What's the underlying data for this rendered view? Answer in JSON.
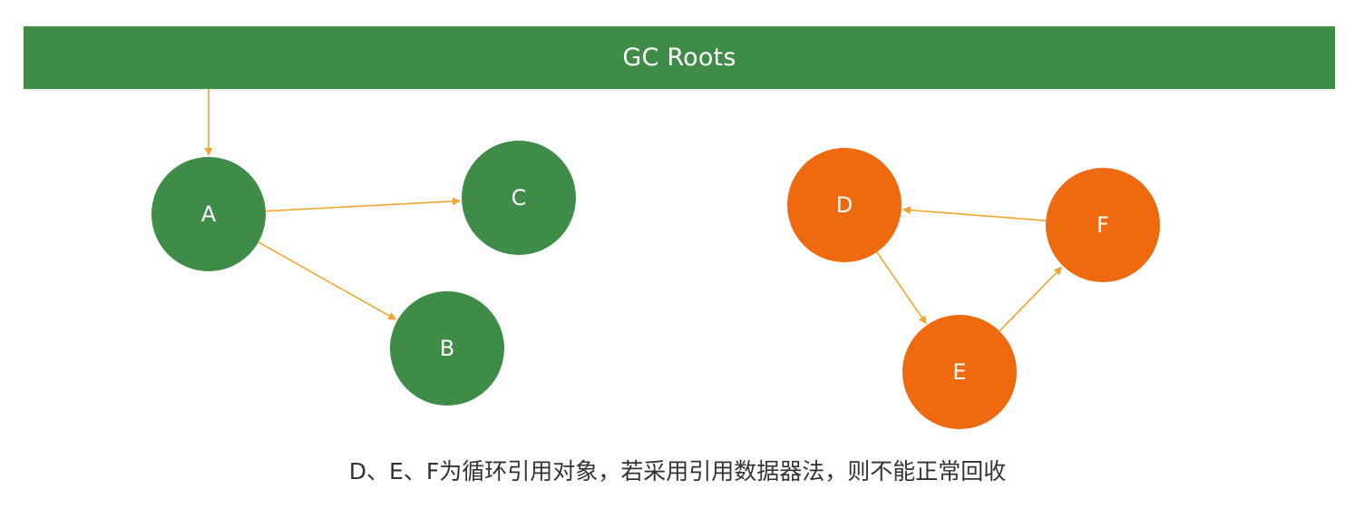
{
  "root": {
    "label": "GC Roots"
  },
  "colors": {
    "root_bar": "#3f8c48",
    "reachable_node": "#3f8c48",
    "unreachable_node": "#ef6a0f",
    "arrow": "#f2a531"
  },
  "nodes": [
    {
      "id": "A",
      "label": "A",
      "group": "reachable"
    },
    {
      "id": "B",
      "label": "B",
      "group": "reachable"
    },
    {
      "id": "C",
      "label": "C",
      "group": "reachable"
    },
    {
      "id": "D",
      "label": "D",
      "group": "cycle"
    },
    {
      "id": "E",
      "label": "E",
      "group": "cycle"
    },
    {
      "id": "F",
      "label": "F",
      "group": "cycle"
    }
  ],
  "edges": [
    {
      "from": "GC Roots",
      "to": "A"
    },
    {
      "from": "A",
      "to": "C"
    },
    {
      "from": "A",
      "to": "B"
    },
    {
      "from": "D",
      "to": "E"
    },
    {
      "from": "E",
      "to": "F"
    },
    {
      "from": "F",
      "to": "D"
    }
  ],
  "caption": "D、E、F为循环引用对象，若采用引用数据器法，则不能正常回收"
}
